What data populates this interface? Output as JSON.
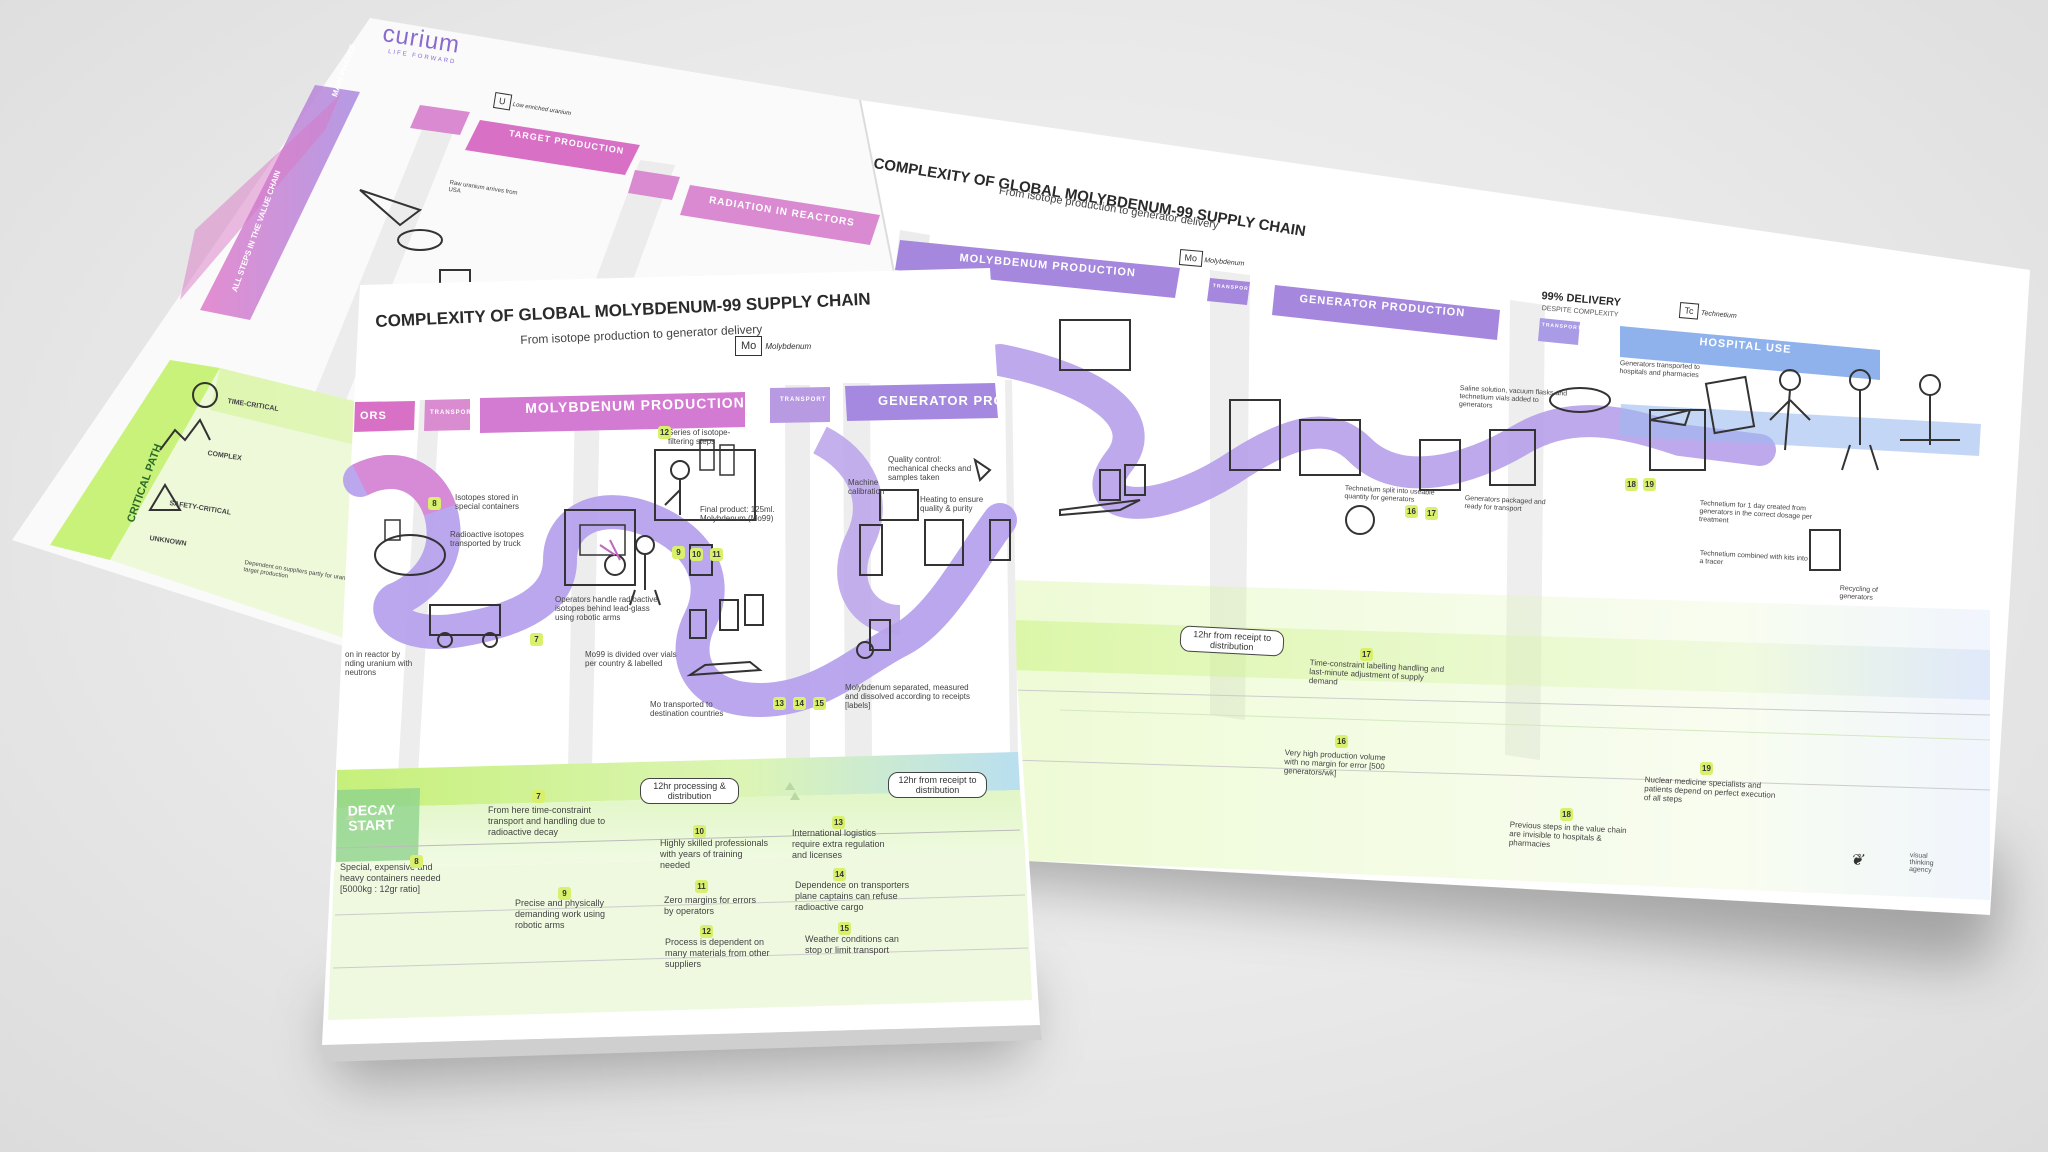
{
  "brand": {
    "name": "curium",
    "tagline": "LIFE FORWARD"
  },
  "poster": {
    "title": "COMPLEXITY OF GLOBAL MOLYBDENUM-99 SUPPLY CHAIN",
    "subtitle": "From isotope production to generator delivery",
    "delivery_title": "99% DELIVERY",
    "delivery_subtitle": "DESPITE COMPLEXITY",
    "main_phases": "MAIN PHASES",
    "all_steps": "ALL STEPS IN THE VALUE CHAIN",
    "critical_path": "CRITICAL PATH",
    "agency": "visual thinking agency",
    "phases": {
      "transport": "TRANSPORT",
      "target": "TARGET PRODUCTION",
      "radiation": "RADIATION IN REACTORS",
      "molybdenum": "MOLYBDENUM PRODUCTION",
      "generator": "GENERATOR PRODUCTION",
      "generator_cut": "GENERATOR PRO",
      "hospital": "HOSPITAL USE"
    },
    "elements": {
      "mo_symbol": "Mo",
      "mo_name": "Molybdenum",
      "tc_symbol": "Tc",
      "tc_name": "Technetium",
      "u_symbol": "U",
      "u_name": "Low enriched uranium"
    },
    "legend": {
      "time": "TIME-CRITICAL",
      "complex": "COMPLEX",
      "safety": "SAFETY-CRITICAL",
      "unknown": "UNKNOWN"
    },
    "decay": {
      "line1": "DECAY",
      "line2": "START"
    },
    "time_tags": {
      "processing": "12hr processing & distribution",
      "receipt": "12hr from receipt to distribution"
    },
    "front_steps": {
      "s1": "Series of isotope-filtering steps",
      "s2": "Isotopes stored in special containers",
      "s3": "Radioactive isotopes transported by truck",
      "s4": "Operators handle radioactive isotopes behind lead-glass using robotic arms",
      "s5": "Final product: 125ml. Molybdenum (Mo99)",
      "s6": "Mo99 is divided over vials per country & labelled",
      "s7": "Mo transported to destination countries",
      "s8": "Machine calibration",
      "s9": "Quality control: mechanical checks and samples taken",
      "s10": "Heating to ensure quality & purity",
      "s11": "Molybdenum separated, measured and dissolved according to receipts [labels]",
      "s12": "on in reactor by nding uranium with neutrons"
    },
    "front_notes": {
      "n7": "From here time-constraint transport and handling due to radioactive decay",
      "n8": "Special, expensive and heavy containers needed [5000kg : 12gr ratio]",
      "n9": "Precise and physically demanding work using robotic arms",
      "n10": "Highly skilled professionals with years of training needed",
      "n11": "Zero margins for errors by operators",
      "n12": "Process is dependent on many materials from other suppliers",
      "n13": "International logistics require extra regulation and licenses",
      "n14": "Dependence on transporters plane captains can refuse radioactive cargo",
      "n15": "Weather conditions can stop or limit transport"
    },
    "back_steps": {
      "b1": "Raw uranium arrives from USA",
      "b2": "Technetium split into useable quantity for generators",
      "b3": "Saline solution, vacuum flasks and technetium vials added to generators",
      "b4": "Generators packaged and ready for transport",
      "b5": "Generators transported to hospitals and pharmacies",
      "b6": "Technetium for 1 day created from generators in the correct dosage per treatment",
      "b7": "Technetium combined with kits into a tracer",
      "b8": "Recycling of generators"
    },
    "back_notes": {
      "n16": "Very high production volume with no margin for error [500 generators/wk]",
      "n17": "Time-constraint labelling handling and last-minute adjustment of supply demand",
      "n18": "Previous steps in the value chain are invisible to hospitals & pharmacies",
      "n19": "Nuclear medicine specialists and patients depend on perfect execution of all steps",
      "n20": "Dependent on suppliers partly for uranium & target production"
    },
    "numbers": [
      "7",
      "8",
      "9",
      "10",
      "11",
      "12",
      "13",
      "14",
      "15",
      "16",
      "17",
      "18",
      "19"
    ]
  },
  "colors": {
    "purple": "#9d7fd8",
    "pink": "#d872c8",
    "lilac": "#b9a4e6",
    "green": "#c9f27a",
    "blue": "#8fb2ec"
  }
}
